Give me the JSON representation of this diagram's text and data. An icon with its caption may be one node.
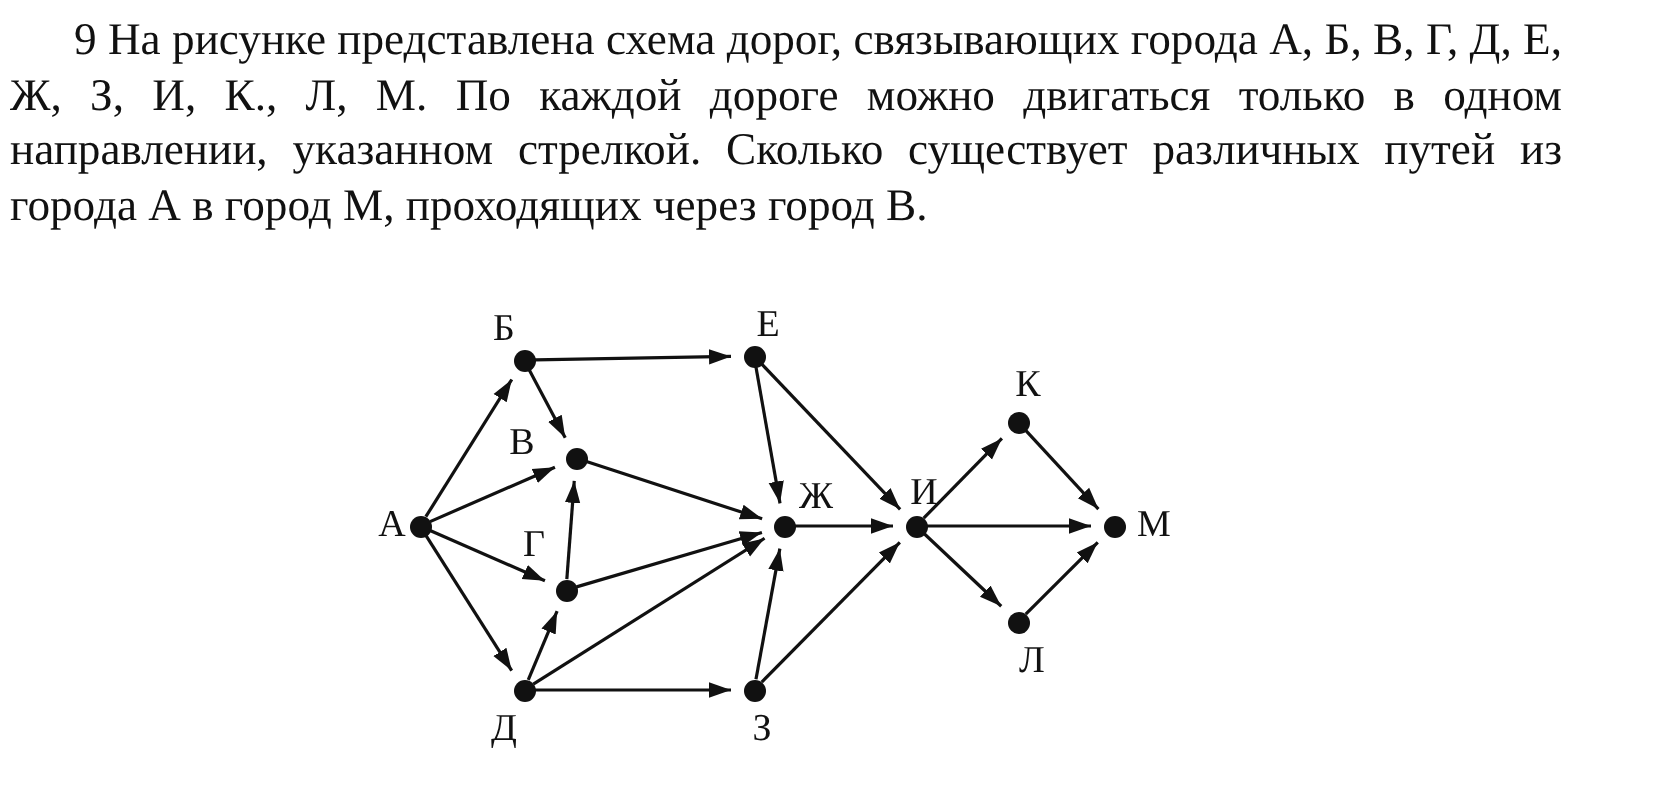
{
  "diagram": {
    "title": "9 На рисунке представлена схема дорог, связывающих города А, Б, В, Г, Д, Е, Ж, З, И, К., Л, М. По каждой дороге можно двигаться только в одном направлении, указанном стрелкой. Сколько существует различных путей из города А в город М, проходящих через город В.",
    "nodes": [
      {
        "text": [],
        "shape": "circle",
        "beside": [
          "А"
        ]
      },
      {
        "text": [],
        "shape": "circle",
        "beside": [
          "Б"
        ]
      },
      {
        "text": [],
        "shape": "circle",
        "beside": [
          "В"
        ]
      },
      {
        "text": [],
        "shape": "circle",
        "beside": [
          "Г"
        ]
      },
      {
        "text": [],
        "shape": "circle",
        "beside": [
          "Д"
        ]
      },
      {
        "text": [],
        "shape": "circle",
        "beside": [
          "Е"
        ]
      },
      {
        "text": [],
        "shape": "circle",
        "beside": [
          "Ж"
        ]
      },
      {
        "text": [],
        "shape": "circle",
        "beside": [
          "З"
        ]
      },
      {
        "text": [],
        "shape": "circle",
        "beside": [
          "И"
        ]
      },
      {
        "text": [],
        "shape": "circle",
        "beside": [
          "К"
        ]
      },
      {
        "text": [],
        "shape": "circle",
        "beside": [
          "Л"
        ]
      },
      {
        "text": [],
        "shape": "circle",
        "beside": [
          "М"
        ]
      }
    ],
    "edges": [
      {
        "from": 0,
        "to": 1,
        "arrow": "to"
      },
      {
        "from": 0,
        "to": 2,
        "arrow": "to"
      },
      {
        "from": 0,
        "to": 3,
        "arrow": "to"
      },
      {
        "from": 0,
        "to": 4,
        "arrow": "to"
      },
      {
        "from": 1,
        "to": 5,
        "arrow": "to"
      },
      {
        "from": 1,
        "to": 2,
        "arrow": "to"
      },
      {
        "from": 3,
        "to": 2,
        "arrow": "to"
      },
      {
        "from": 4,
        "to": 3,
        "arrow": "to"
      },
      {
        "from": 2,
        "to": 6,
        "arrow": "to"
      },
      {
        "from": 3,
        "to": 6,
        "arrow": "to"
      },
      {
        "from": 4,
        "to": 6,
        "arrow": "to"
      },
      {
        "from": 4,
        "to": 7,
        "arrow": "to"
      },
      {
        "from": 5,
        "to": 6,
        "arrow": "to"
      },
      {
        "from": 5,
        "to": 8,
        "arrow": "to"
      },
      {
        "from": 7,
        "to": 6,
        "arrow": "to"
      },
      {
        "from": 7,
        "to": 8,
        "arrow": "to"
      },
      {
        "from": 6,
        "to": 8,
        "arrow": "to"
      },
      {
        "from": 8,
        "to": 9,
        "arrow": "to"
      },
      {
        "from": 8,
        "to": 10,
        "arrow": "to"
      },
      {
        "from": 8,
        "to": 11,
        "arrow": "to"
      },
      {
        "from": 9,
        "to": 11,
        "arrow": "to"
      },
      {
        "from": 10,
        "to": 11,
        "arrow": "to"
      }
    ]
  }
}
